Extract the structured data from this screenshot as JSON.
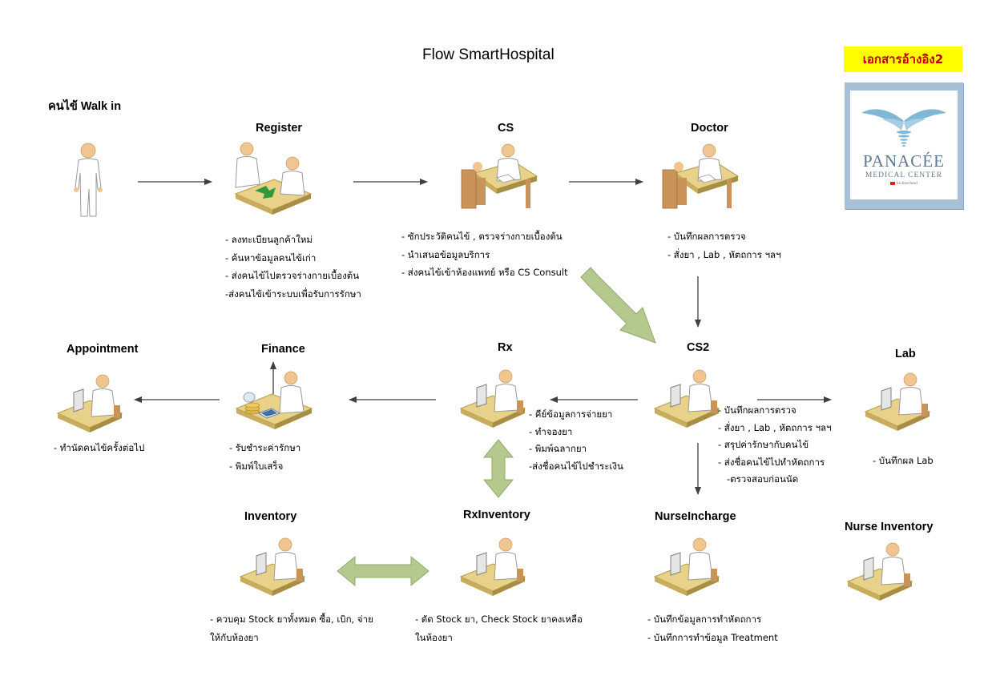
{
  "title": "Flow SmartHospital",
  "reference_badge": "เอกสารอ้างอิง2",
  "logo": {
    "brand": "PANACÉE",
    "subtitle": "MEDICAL CENTER",
    "country": "Switzerland",
    "colors": {
      "frame": "#a9bfd8",
      "mark": "#7fb7d6",
      "text": "#5f7890"
    }
  },
  "colors": {
    "arrow": "#3f3f3f",
    "big_arrow_fill": "#b5c98e",
    "big_arrow_stroke": "#93a86c",
    "badge_bg": "#ffff00",
    "badge_text": "#c00000"
  },
  "nodes": {
    "walkin": {
      "label": "คนไข้ Walk in",
      "icon": "standing-person-icon"
    },
    "register": {
      "label": "Register",
      "icon": "reception-desk-icon",
      "notes": [
        "- ลงทะเบียนลูกค้าใหม่",
        "- ค้นหาข้อมูลคนไข้เก่า",
        "- ส่งคนไข้ไปตรวจร่างกายเบื้องต้น",
        "-ส่งคนไข้เข้าระบบเพื่อรับการรักษา"
      ]
    },
    "cs": {
      "label": "CS",
      "icon": "consultation-desk-icon",
      "notes": [
        "- ซักประวัติคนไข้ , ตรวจร่างกายเบื้องต้น",
        "- นำเสนอข้อมูลบริการ",
        "- ส่งคนไข้เข้าห้องแพทย์ หรือ CS Consult"
      ]
    },
    "doctor": {
      "label": "Doctor",
      "icon": "consultation-desk-icon",
      "notes": [
        "- บันทึกผลการตรวจ",
        "- สั่งยา , Lab , หัตถการ  ฯลฯ"
      ]
    },
    "cs2": {
      "label": "CS2",
      "icon": "computer-desk-icon",
      "notes": [
        "- บันทึกผลการตรวจ",
        "- สั่งยา , Lab , หัตถการ  ฯลฯ",
        "- สรุปค่ารักษากับคนไข้",
        "- ส่งชื่อคนไข้ไปทำหัตถการ",
        "   -ตรวจสอบก่อนนัด"
      ]
    },
    "lab": {
      "label": "Lab",
      "icon": "computer-desk-icon",
      "notes": [
        "- บันทึกผล Lab"
      ]
    },
    "rx": {
      "label": "Rx",
      "icon": "computer-desk-icon",
      "notes": [
        "- คีย์ข้อมูลการจ่ายยา",
        "- ทำจองยา",
        "- พิมพ์ฉลากยา",
        "-ส่งชื่อคนไข้ไปชำระเงิน"
      ]
    },
    "finance": {
      "label": "Finance",
      "icon": "cashier-desk-icon",
      "notes": [
        "- รับชำระค่ารักษา",
        "- พิมพ์ใบเสร็จ"
      ]
    },
    "appointment": {
      "label": "Appointment",
      "icon": "computer-desk-icon",
      "notes": [
        "- ทำนัดคนไข้ครั้งต่อไป"
      ]
    },
    "inventory": {
      "label": "Inventory",
      "icon": "computer-desk-icon",
      "notes": [
        "- ควบคุม Stock ยาทั้งหมด ซื้อ, เบิก, จ่าย",
        "ให้กับห้องยา"
      ]
    },
    "rxinventory": {
      "label": "RxInventory",
      "icon": "computer-desk-icon",
      "notes": [
        "- ตัด Stock ยา, Check Stock ยาคงเหลือ",
        "ในห้องยา"
      ]
    },
    "nurseincharge": {
      "label": "NurseIncharge",
      "icon": "computer-desk-icon",
      "notes": [
        "- บันทึกข้อมูลการทำหัตถการ",
        "- บันทึกการทำข้อมูล Treatment"
      ]
    },
    "nurseinventory": {
      "label": "Nurse Inventory",
      "icon": "computer-desk-icon"
    }
  },
  "edges": [
    {
      "from": "walkin",
      "to": "register",
      "style": "arrow"
    },
    {
      "from": "register",
      "to": "cs",
      "style": "arrow"
    },
    {
      "from": "cs",
      "to": "doctor",
      "style": "arrow"
    },
    {
      "from": "doctor",
      "to": "cs2",
      "style": "arrow"
    },
    {
      "from": "cs",
      "to": "cs2",
      "style": "block-arrow"
    },
    {
      "from": "cs2",
      "to": "lab",
      "style": "arrow"
    },
    {
      "from": "cs2",
      "to": "nurseincharge",
      "style": "arrow"
    },
    {
      "from": "cs2",
      "to": "rx",
      "style": "arrow"
    },
    {
      "from": "rx",
      "to": "finance",
      "style": "arrow"
    },
    {
      "from": "finance",
      "to": "appointment",
      "style": "arrow"
    },
    {
      "from": "finance",
      "to": "up",
      "style": "arrow"
    },
    {
      "from": "rx",
      "to": "rxinventory",
      "style": "double-block-arrow"
    },
    {
      "from": "inventory",
      "to": "rxinventory",
      "style": "double-block-arrow"
    }
  ]
}
